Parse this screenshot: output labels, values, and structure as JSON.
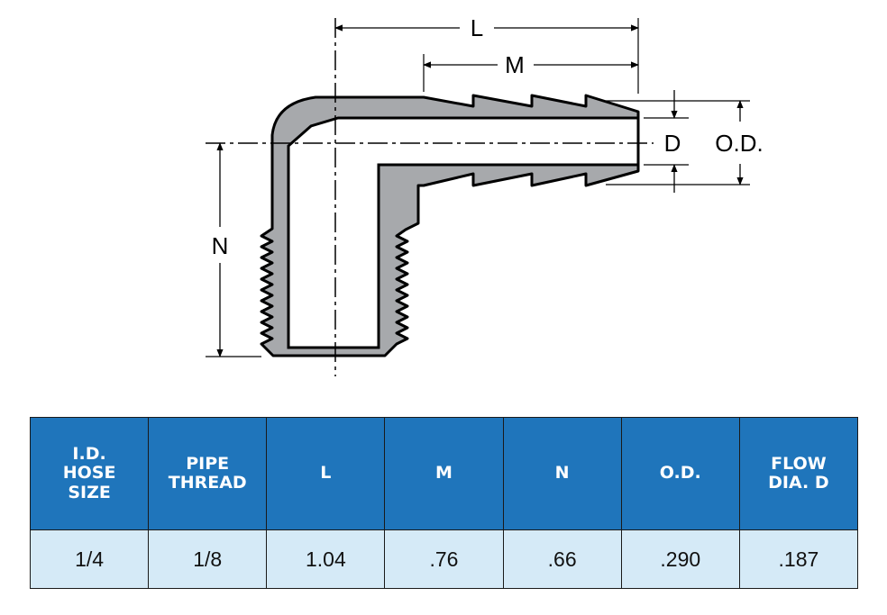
{
  "diagram": {
    "labels": {
      "L": "L",
      "M": "M",
      "N": "N",
      "D": "D",
      "OD": "O.D."
    },
    "colors": {
      "body_fill": "#a7a9ac",
      "outline": "#000000"
    }
  },
  "table": {
    "header_color": "#1f75bb",
    "row_color": "#d5eaf7",
    "headers": [
      [
        "I.D.",
        "HOSE",
        "SIZE"
      ],
      [
        "PIPE",
        "THREAD"
      ],
      [
        "L"
      ],
      [
        "M"
      ],
      [
        "N"
      ],
      [
        "O.D."
      ],
      [
        "FLOW",
        "DIA. D"
      ]
    ],
    "rows": [
      [
        "1/4",
        "1/8",
        "1.04",
        ".76",
        ".66",
        ".290",
        ".187"
      ]
    ]
  }
}
